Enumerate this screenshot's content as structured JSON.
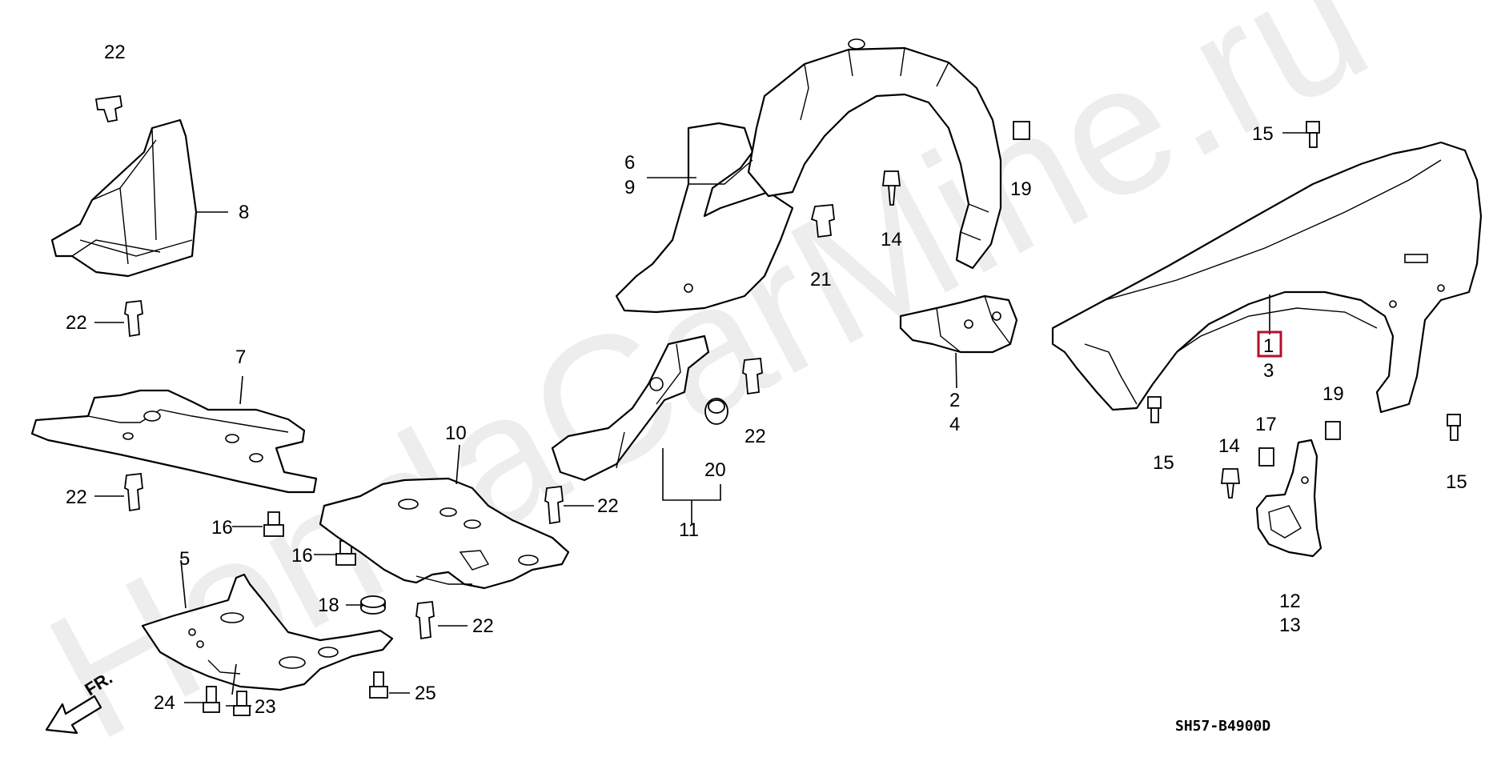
{
  "diagram_code": "SH57-B4900D",
  "direction_label": "FR.",
  "watermark": "HondaCarMine.ru",
  "selected_part": "1",
  "labels": {
    "p1": "1",
    "p2": "2",
    "p3": "3",
    "p4": "4",
    "p5": "5",
    "p6": "6",
    "p7": "7",
    "p8": "8",
    "p9": "9",
    "p10": "10",
    "p11": "11",
    "p12": "12",
    "p13": "13",
    "p14": "14",
    "p15": "15",
    "p16": "16",
    "p17": "17",
    "p18": "18",
    "p19": "19",
    "p20": "20",
    "p21": "21",
    "p22": "22",
    "p23": "23",
    "p24": "24",
    "p25": "25"
  }
}
